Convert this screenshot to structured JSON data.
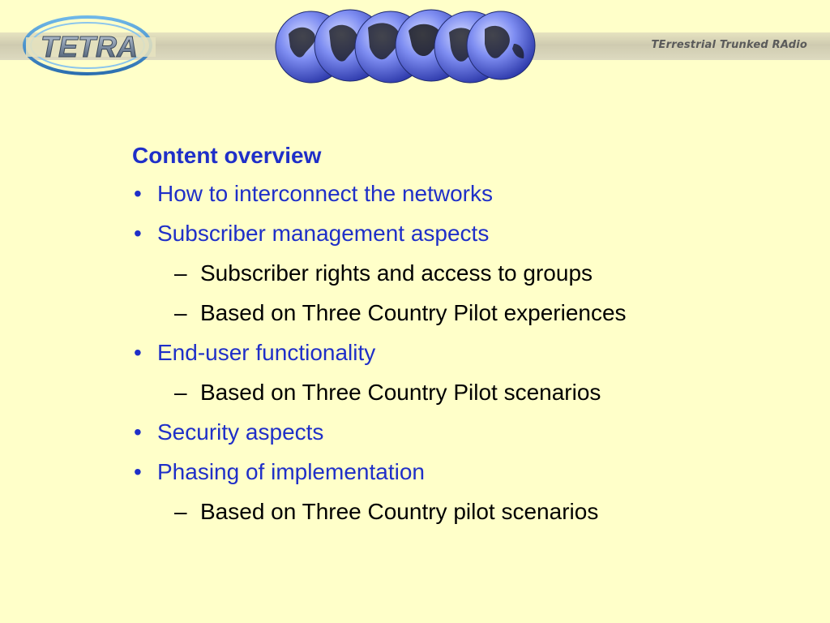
{
  "header": {
    "logo_text": "TETRA",
    "tagline": "TErrestrial Trunked RAdio"
  },
  "slide": {
    "heading": "Content overview",
    "items": [
      {
        "level": 1,
        "marker": "•",
        "text": "How to interconnect the networks"
      },
      {
        "level": 1,
        "marker": "•",
        "text": "Subscriber management aspects"
      },
      {
        "level": 2,
        "marker": "–",
        "text": "Subscriber rights and access to groups"
      },
      {
        "level": 2,
        "marker": "–",
        "text": "Based on Three Country Pilot experiences"
      },
      {
        "level": 1,
        "marker": "•",
        "text": "End-user functionality"
      },
      {
        "level": 2,
        "marker": "–",
        "text": "Based on Three Country Pilot scenarios"
      },
      {
        "level": 1,
        "marker": "•",
        "text": "Security aspects"
      },
      {
        "level": 1,
        "marker": "•",
        "text": "Phasing of implementation"
      },
      {
        "level": 2,
        "marker": "–",
        "text": "Based on Three Country pilot scenarios"
      }
    ]
  },
  "colors": {
    "background": "#FFFFC9",
    "text_primary": "#1F2FC8",
    "text_sub": "#000000",
    "tagline": "#5A5A5A"
  },
  "icons": [
    "tetra-logo",
    "globe-icon"
  ]
}
